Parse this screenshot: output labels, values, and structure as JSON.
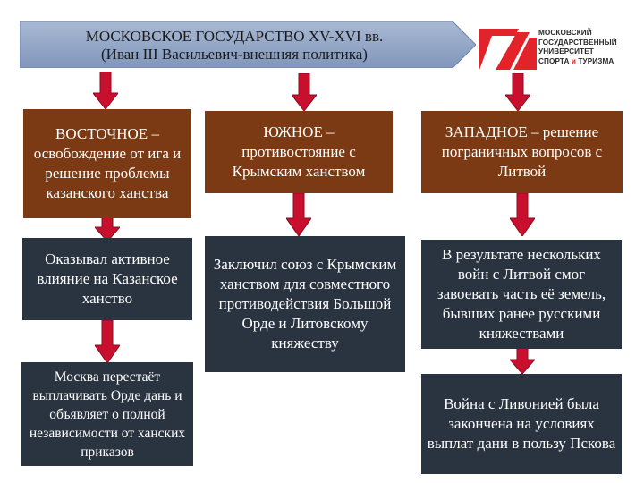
{
  "title": {
    "line1": "МОСКОВСКОЕ ГОСУДАРСТВО XV-XVI вв.",
    "line2": "(Иван III Васильевич-внешняя политика)"
  },
  "logo": {
    "line1": "МОСКОВСКИЙ",
    "line2": "ГОСУДАРСТВЕННЫЙ",
    "line3": "УНИВЕРСИТЕТ",
    "line4_a": "СПОРТА ",
    "line4_b": "и",
    "line4_c": " ТУРИЗМА"
  },
  "directions": {
    "east": "ВОСТОЧНОЕ – освобождение от ига и решение проблемы казанского ханства",
    "south": "ЮЖНОЕ – противостояние с Крымским ханством",
    "west": "ЗАПАДНОЕ – решение пограничных вопросов с Литвой"
  },
  "results": {
    "east_1": "Оказывал активное влияние на Казанское ханство",
    "east_2": "Москва перестаёт выплачивать Орде дань и объявляет о полной независимости от ханских приказов",
    "south_1": "Заключил союз с Крымским ханством для совместного противодействия Большой Орде и Литовскому княжеству",
    "west_1": "В результате нескольких войн с Литвой смог завоевать часть её земель, бывших ранее русскими княжествами",
    "west_2": "Война с Ливонией была закончена на условиях выплат дани в пользу Пскова"
  },
  "colors": {
    "direction_box": "#7b3a14",
    "result_box": "#2a3340",
    "arrow": "#c8102e",
    "title_banner": "#8fa3c4"
  }
}
